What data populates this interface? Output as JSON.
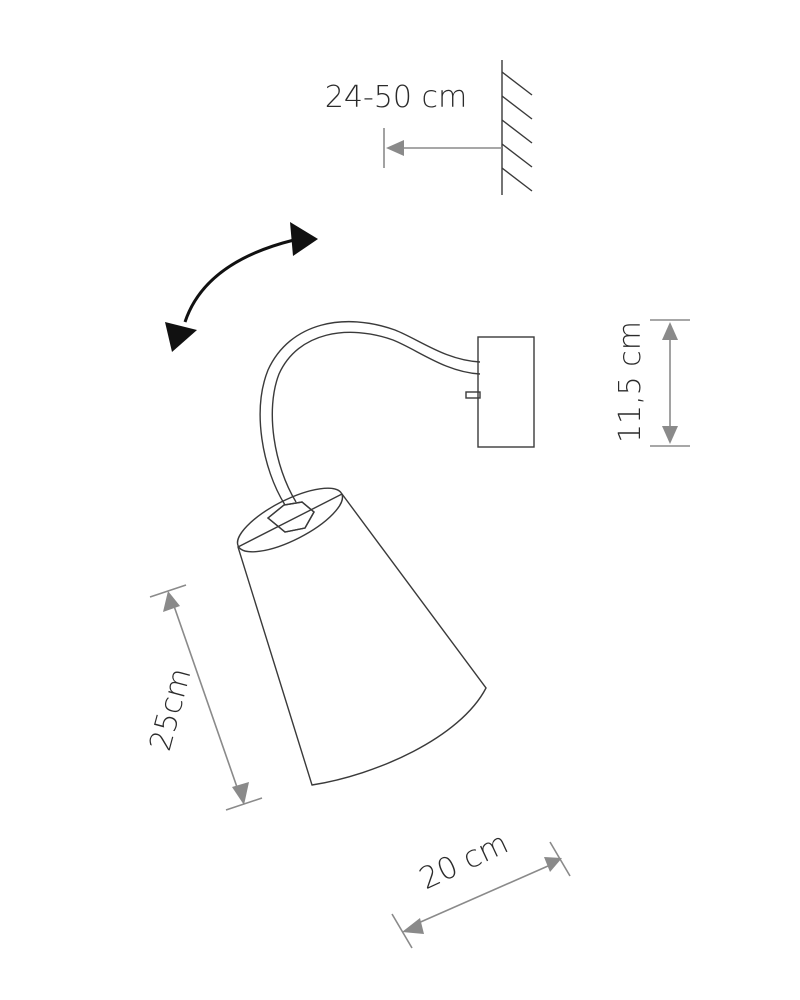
{
  "labels": {
    "wall_distance": "24-50 cm",
    "mount_height": "11,5 cm",
    "shade_height": "25cm",
    "shade_width": "20 cm"
  },
  "colors": {
    "dimension_line": "#8a8a8a",
    "drawing_line": "#3a3a3a",
    "text": "#2b2b2b",
    "rotation_arrow": "#111111"
  },
  "icons": {
    "rotation": "double-headed-curved-arrow-icon",
    "wall": "hatched-wall-icon"
  }
}
